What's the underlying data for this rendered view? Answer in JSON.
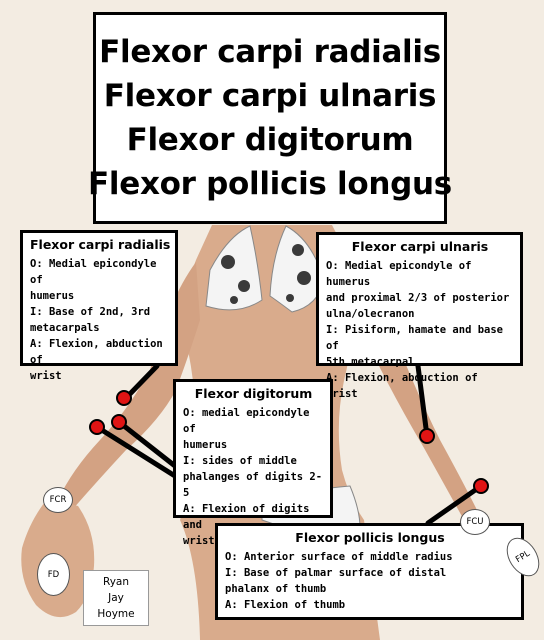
{
  "title_lines": [
    "Flexor carpi radialis",
    "Flexor carpi ulnaris",
    "Flexor digitorum",
    "Flexor pollicis longus"
  ],
  "boxes": {
    "fcr": {
      "title": "Flexor carpi radialis",
      "lines": [
        "O: Medial epicondyle of",
        "humerus",
        "I: Base of 2nd, 3rd",
        "metacarpals",
        "A: Flexion, abduction of",
        "wrist"
      ]
    },
    "fcu": {
      "title": "Flexor carpi ulnaris",
      "lines": [
        "O: Medial epicondyle of humerus",
        "and proximal 2/3 of posterior",
        "ulna/olecranon",
        "I: Pisiform, hamate and base of",
        "5th metacarpal",
        "A: Flexion, abduction of wrist"
      ]
    },
    "fd": {
      "title": "Flexor digitorum",
      "lines": [
        "O: medial epicondyle of",
        "humerus",
        "I: sides of middle",
        "phalanges of digits 2-5",
        "A: Flexion of digits and",
        "wrist"
      ]
    },
    "fpl": {
      "title": "Flexor pollicis longus",
      "lines": [
        "O: Anterior surface of middle radius",
        "I: Base of palmar surface of distal",
        "phalanx of thumb",
        "A: Flexion of thumb"
      ]
    }
  },
  "ovals": {
    "fcr": "FCR",
    "fd": "FD",
    "fcu": "FCU",
    "fpl": "FPL"
  },
  "credit": [
    "Ryan",
    "Jay",
    "Hoyme"
  ],
  "colors": {
    "background": "#f3ece2",
    "skin": "#d7a88a",
    "skin_shadow": "#b98463",
    "marker": "#e01414",
    "leader": "#000000",
    "swimsuit": "#f4f4f4",
    "swimsuit_print": "#3a3a3a"
  }
}
